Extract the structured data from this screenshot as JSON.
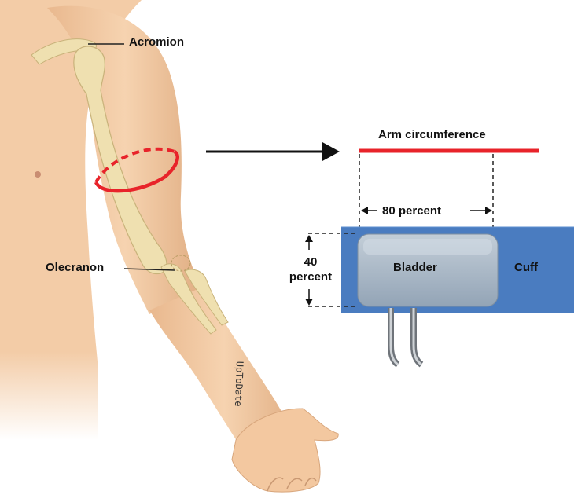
{
  "labels": {
    "acromion": "Acromion",
    "olecranon": "Olecranon",
    "arm_circumference": "Arm circumference",
    "eighty_percent": "80 percent",
    "forty": "40",
    "percent": "percent",
    "bladder": "Bladder",
    "cuff": "Cuff"
  },
  "logo_text": "UpToDate",
  "colors": {
    "skin": "#f2c9a0",
    "skin_shadow": "#deac80",
    "bone": "#efe0b0",
    "bone_outline": "#c8b27a",
    "circumference_line": "#e8232a",
    "cuff": "#4a7cc0",
    "bladder": "#a9b8c8",
    "tube": "#8a8f94"
  }
}
